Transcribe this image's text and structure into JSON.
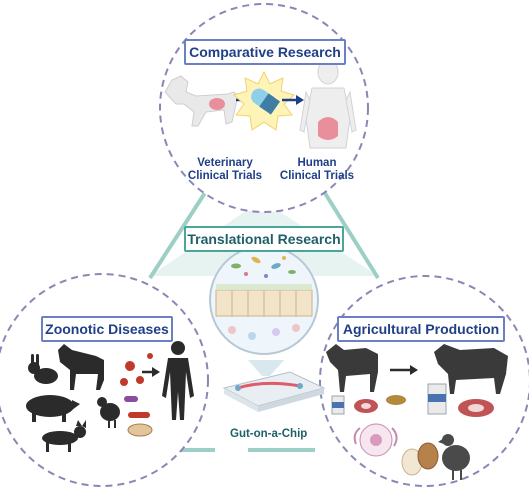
{
  "top_circle": {
    "title": "Comparative Research",
    "left_caption_line1": "Veterinary",
    "left_caption_line2": "Clinical Trials",
    "right_caption_line1": "Human",
    "right_caption_line2": "Clinical Trials"
  },
  "center": {
    "title": "Translational Research",
    "chip_label": "Gut-on-a-Chip"
  },
  "left_circle": {
    "title": "Zoonotic Diseases"
  },
  "right_circle": {
    "title": "Agricultural Production"
  },
  "colors": {
    "circle_border": "#8b86b5",
    "triangle": "#9dcfc6",
    "label_border_blue": "#6b7fc4",
    "label_border_teal": "#4aa59a",
    "label_text_blue": "#1f3f86",
    "label_text_teal": "#1f5f68",
    "silhouette": "#2b2b2b",
    "virus": "#c0392b"
  }
}
